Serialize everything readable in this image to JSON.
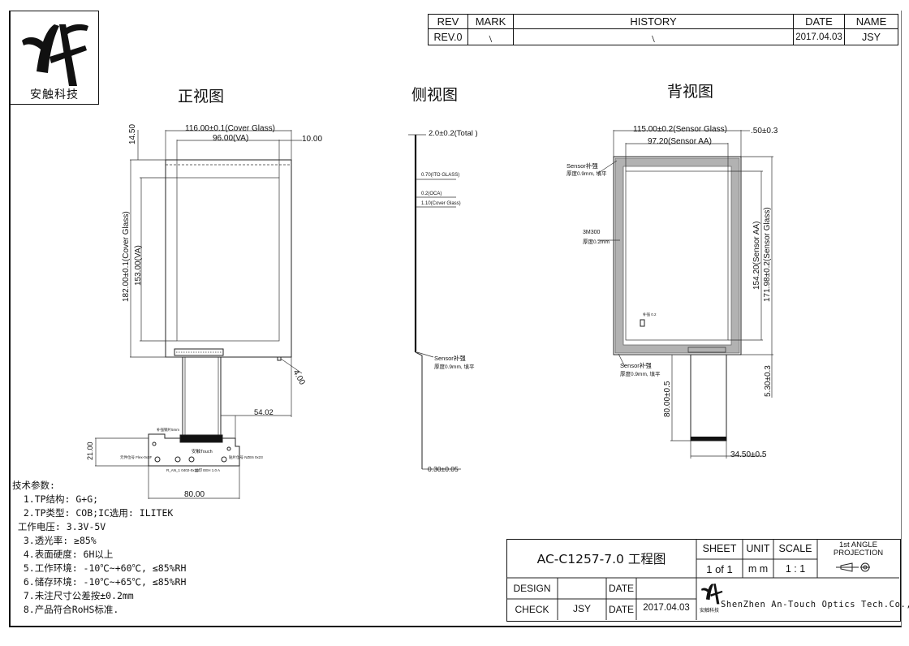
{
  "logo": {
    "text": "安触科技"
  },
  "revision_table": {
    "headers": [
      "REV",
      "MARK",
      "HISTORY",
      "DATE",
      "NAME"
    ],
    "row": {
      "rev": "REV.0",
      "mark": "﹨",
      "history": "﹨",
      "date": "2017.04.03",
      "name": "JSY"
    }
  },
  "views": {
    "front": "正视图",
    "side": "侧视图",
    "back": "背视图"
  },
  "front_view": {
    "dim_width": "116.00±0.1(Cover Glass)",
    "dim_va_width": "96.00(VA)",
    "dim_right_margin": "10.00",
    "dim_top_margin": "14.50",
    "dim_height": "182.00±0.1(Cover Glass)",
    "dim_va_height": "153.00(VA)",
    "dim_tail_a": "54.02",
    "dim_tail_b": "4.00",
    "dim_fpc_height": "21.00",
    "dim_fpc_width": "80.00",
    "fpc_labels": [
      "补强钢片5mm",
      "安触Touch",
      "元件位号 Flex-0x3F",
      "R_AN_1 0402-0x1B",
      "贴片位号 NZE6 0x23",
      "丝印 EEH 1.0 A"
    ]
  },
  "side_view": {
    "total": "2.0±0.2(Total )",
    "layer_ito": "0.70(ITO GLASS)",
    "layer_oca": "0.2(OCA)",
    "layer_cover": "1.10(Cover Glass)",
    "sensor_note_1": "Sensor补强",
    "sensor_note_2": "厚度0.9mm, 填平",
    "bottom": "0.30±0.05"
  },
  "back_view": {
    "dim_width": "115.00±0.2(Sensor Glass)",
    "dim_aa_width": "97.20(Sensor AA)",
    "dim_right": ".50±0.3",
    "dim_aa_height": "154.20(Sensor AA)",
    "dim_height": "171.98±0.2(Sensor Glass)",
    "dim_bottom": "5.30±0.3",
    "dim_fpc_len": "80.00±0.5",
    "dim_fpc_w": "34.50±0.5",
    "note_top_1": "Sensor补强",
    "note_top_2": "厚度0.9mm, 填平",
    "note_3m_1": "3M300",
    "note_3m_2": "厚度0.2mm",
    "note_bottom_1": "Sensor补强",
    "note_bottom_2": "厚度0.9mm, 填平",
    "note_small": "补强 0.2"
  },
  "specs": {
    "title": "技术参数:",
    "lines": [
      "  1.TP结构: G+G;",
      "  2.TP类型: COB;IC选用: ILITEK",
      " 工作电压: 3.3V-5V",
      "  3.透光率: ≥85%",
      "  4.表面硬度: 6H以上",
      "  5.工作环境: -10℃~+60℃, ≤85%RH",
      "  6.储存环境: -10℃~+65℃, ≤85%RH",
      "  7.未注尺寸公差按±0.2mm",
      "  8.产品符合RoHS标准."
    ]
  },
  "title_block": {
    "drawing_title": "AC-C1257-7.0 工程图",
    "sheet_label": "SHEET",
    "sheet_value": "1 of 1",
    "unit_label": "UNIT",
    "unit_value": "m m",
    "scale_label": "SCALE",
    "scale_value": "1 : 1",
    "projection_label_1": "1st ANGLE",
    "projection_label_2": "PROJECTION",
    "design_label": "DESIGN",
    "design_value": "",
    "design_date_label": "DATE",
    "design_date_value": "",
    "check_label": "CHECK",
    "check_value": "JSY",
    "check_date_label": "DATE",
    "check_date_value": "2017.04.03",
    "company_logo_text": "安触科技",
    "company": "ShenZhen An-Touch Optics Tech.Co.,Ltd"
  }
}
